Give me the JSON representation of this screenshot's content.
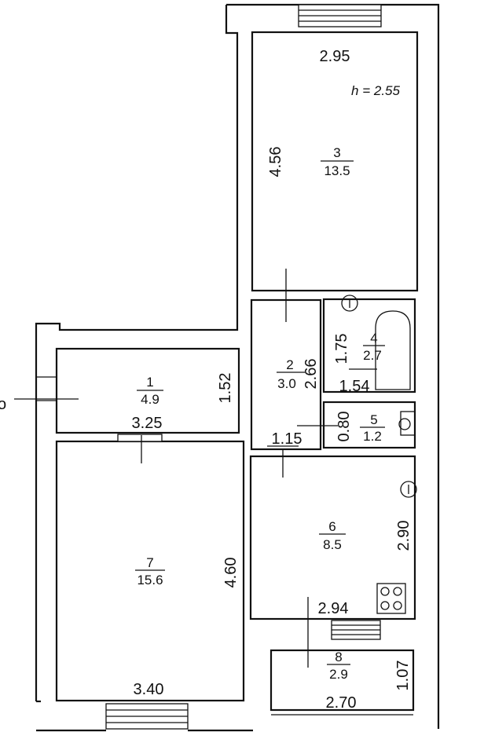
{
  "plan": {
    "height_note": "h = 2.55",
    "rooms": [
      {
        "id": "1",
        "number": "1",
        "area": "4.9"
      },
      {
        "id": "2",
        "number": "2",
        "area": "3.0"
      },
      {
        "id": "3",
        "number": "3",
        "area": "13.5"
      },
      {
        "id": "4",
        "number": "4",
        "area": "2.7"
      },
      {
        "id": "5",
        "number": "5",
        "area": "1.2"
      },
      {
        "id": "6",
        "number": "6",
        "area": "8.5"
      },
      {
        "id": "7",
        "number": "7",
        "area": "15.6"
      },
      {
        "id": "8",
        "number": "8",
        "area": "2.9"
      }
    ],
    "dimensions": {
      "room3_width": "2.95",
      "room3_length": "4.56",
      "room1_width": "3.25",
      "room1_depth": "1.52",
      "hall_length": "2.66",
      "bath_depth": "1.75",
      "bath_width": "1.54",
      "wc_depth": "0.80",
      "hall_width": "1.15",
      "kitchen_depth": "2.90",
      "kitchen_width": "2.94",
      "room7_length": "4.60",
      "room7_width": "3.40",
      "balcony_depth": "1.07",
      "balcony_width": "2.70"
    },
    "edge_glyph": "o"
  }
}
